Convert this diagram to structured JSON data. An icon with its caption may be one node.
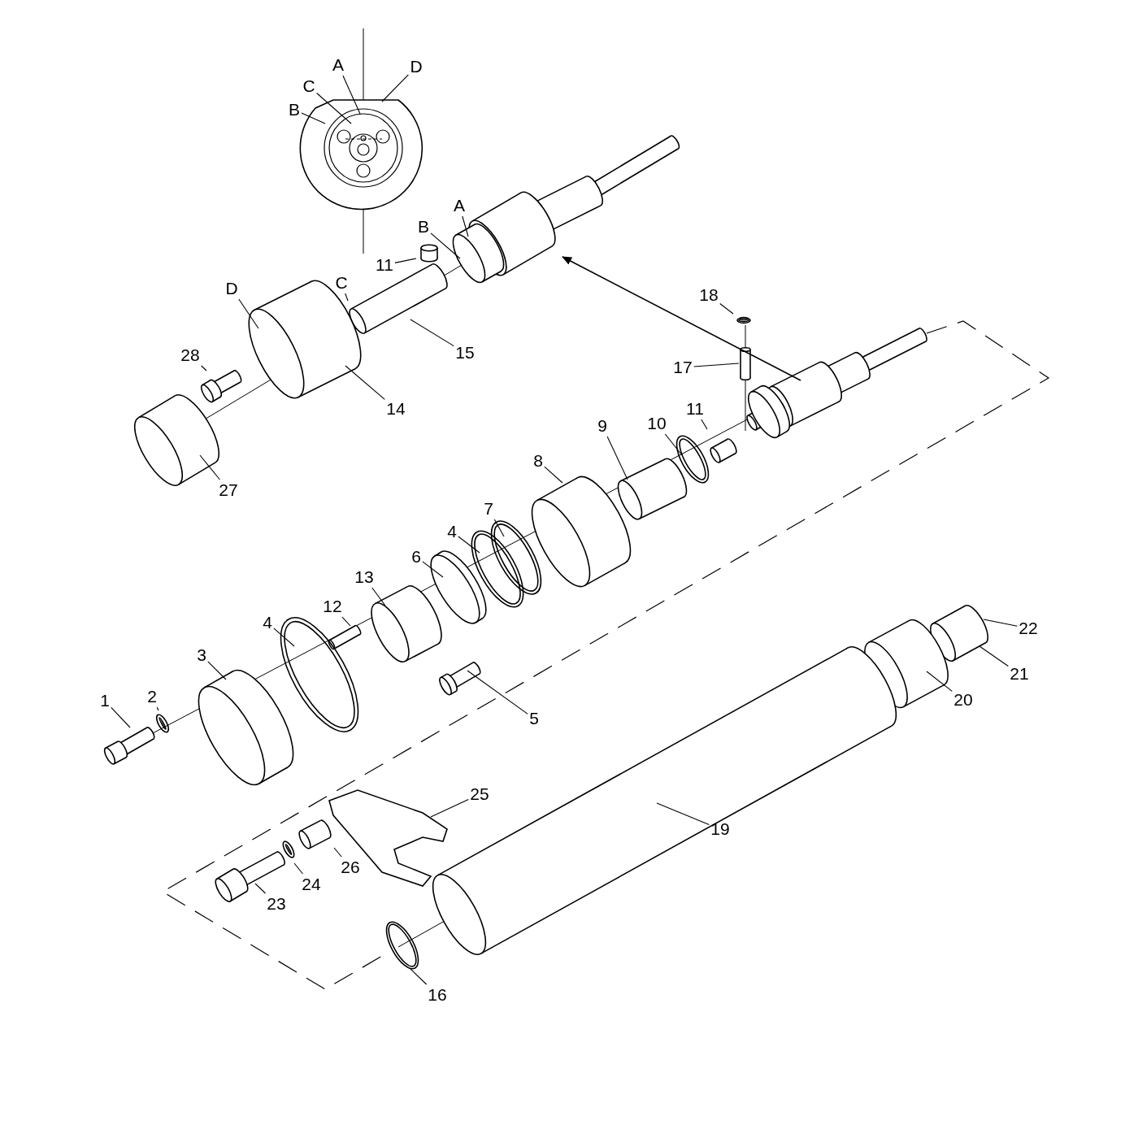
{
  "diagram": {
    "nodes": [
      {
        "text": [
          "A"
        ]
      },
      {
        "text": [
          "D"
        ]
      },
      {
        "text": [
          "C"
        ]
      },
      {
        "text": [
          "B"
        ]
      },
      {
        "text": [
          "A"
        ]
      },
      {
        "text": [
          "B"
        ]
      },
      {
        "text": [
          "11"
        ]
      },
      {
        "text": [
          "C"
        ]
      },
      {
        "text": [
          "D"
        ]
      },
      {
        "text": [
          "18"
        ]
      },
      {
        "text": [
          "15"
        ]
      },
      {
        "text": [
          "28"
        ]
      },
      {
        "text": [
          "17"
        ]
      },
      {
        "text": [
          "14"
        ]
      },
      {
        "text": [
          "11"
        ]
      },
      {
        "text": [
          "10"
        ]
      },
      {
        "text": [
          "9"
        ]
      },
      {
        "text": [
          "8"
        ]
      },
      {
        "text": [
          "27"
        ]
      },
      {
        "text": [
          "7"
        ]
      },
      {
        "text": [
          "4"
        ]
      },
      {
        "text": [
          "6"
        ]
      },
      {
        "text": [
          "13"
        ]
      },
      {
        "text": [
          "12"
        ]
      },
      {
        "text": [
          "4"
        ]
      },
      {
        "text": [
          "22"
        ]
      },
      {
        "text": [
          "3"
        ]
      },
      {
        "text": [
          "21"
        ]
      },
      {
        "text": [
          "1"
        ]
      },
      {
        "text": [
          "2"
        ]
      },
      {
        "text": [
          "20"
        ]
      },
      {
        "text": [
          "5"
        ]
      },
      {
        "text": [
          "25"
        ]
      },
      {
        "text": [
          "19"
        ]
      },
      {
        "text": [
          "26"
        ]
      },
      {
        "text": [
          "24"
        ]
      },
      {
        "text": [
          "23"
        ]
      },
      {
        "text": [
          "16"
        ]
      },
      {
        "text": [],
        "shape": "picture"
      }
    ],
    "edges": [
      {
        "from": 0,
        "to": 38,
        "arrow": "none"
      },
      {
        "from": 1,
        "to": 38,
        "arrow": "none"
      },
      {
        "from": 2,
        "to": 38,
        "arrow": "none"
      },
      {
        "from": 3,
        "to": 38,
        "arrow": "none"
      },
      {
        "from": 4,
        "to": null,
        "arrow": "none"
      },
      {
        "from": 5,
        "to": null,
        "arrow": "none"
      },
      {
        "from": 6,
        "to": null,
        "arrow": "none"
      },
      {
        "from": 7,
        "to": null,
        "arrow": "none"
      },
      {
        "from": 8,
        "to": null,
        "arrow": "none"
      },
      {
        "from": 9,
        "to": null,
        "arrow": "none"
      },
      {
        "from": 10,
        "to": null,
        "arrow": "none"
      },
      {
        "from": 11,
        "to": null,
        "arrow": "none"
      },
      {
        "from": 12,
        "to": null,
        "arrow": "none"
      },
      {
        "from": 13,
        "to": null,
        "arrow": "none"
      },
      {
        "from": 14,
        "to": null,
        "arrow": "none"
      },
      {
        "from": 15,
        "to": null,
        "arrow": "none"
      },
      {
        "from": 16,
        "to": null,
        "arrow": "none"
      },
      {
        "from": 17,
        "to": null,
        "arrow": "none"
      },
      {
        "from": 18,
        "to": null,
        "arrow": "none"
      },
      {
        "from": 19,
        "to": null,
        "arrow": "none"
      },
      {
        "from": 20,
        "to": null,
        "arrow": "none"
      },
      {
        "from": 21,
        "to": null,
        "arrow": "none"
      },
      {
        "from": 22,
        "to": null,
        "arrow": "none"
      },
      {
        "from": 23,
        "to": null,
        "arrow": "none"
      },
      {
        "from": 24,
        "to": null,
        "arrow": "none"
      },
      {
        "from": 25,
        "to": null,
        "arrow": "none"
      },
      {
        "from": 26,
        "to": null,
        "arrow": "none"
      },
      {
        "from": 27,
        "to": null,
        "arrow": "none"
      },
      {
        "from": 28,
        "to": null,
        "arrow": "none"
      },
      {
        "from": 29,
        "to": null,
        "arrow": "none"
      },
      {
        "from": 30,
        "to": null,
        "arrow": "none"
      },
      {
        "from": 31,
        "to": null,
        "arrow": "none"
      },
      {
        "from": 32,
        "to": null,
        "arrow": "none"
      },
      {
        "from": 33,
        "to": null,
        "arrow": "none"
      },
      {
        "from": 34,
        "to": null,
        "arrow": "none"
      },
      {
        "from": 35,
        "to": null,
        "arrow": "none"
      },
      {
        "from": 36,
        "to": null,
        "arrow": "none"
      },
      {
        "from": 37,
        "to": null,
        "arrow": "none"
      }
    ]
  }
}
